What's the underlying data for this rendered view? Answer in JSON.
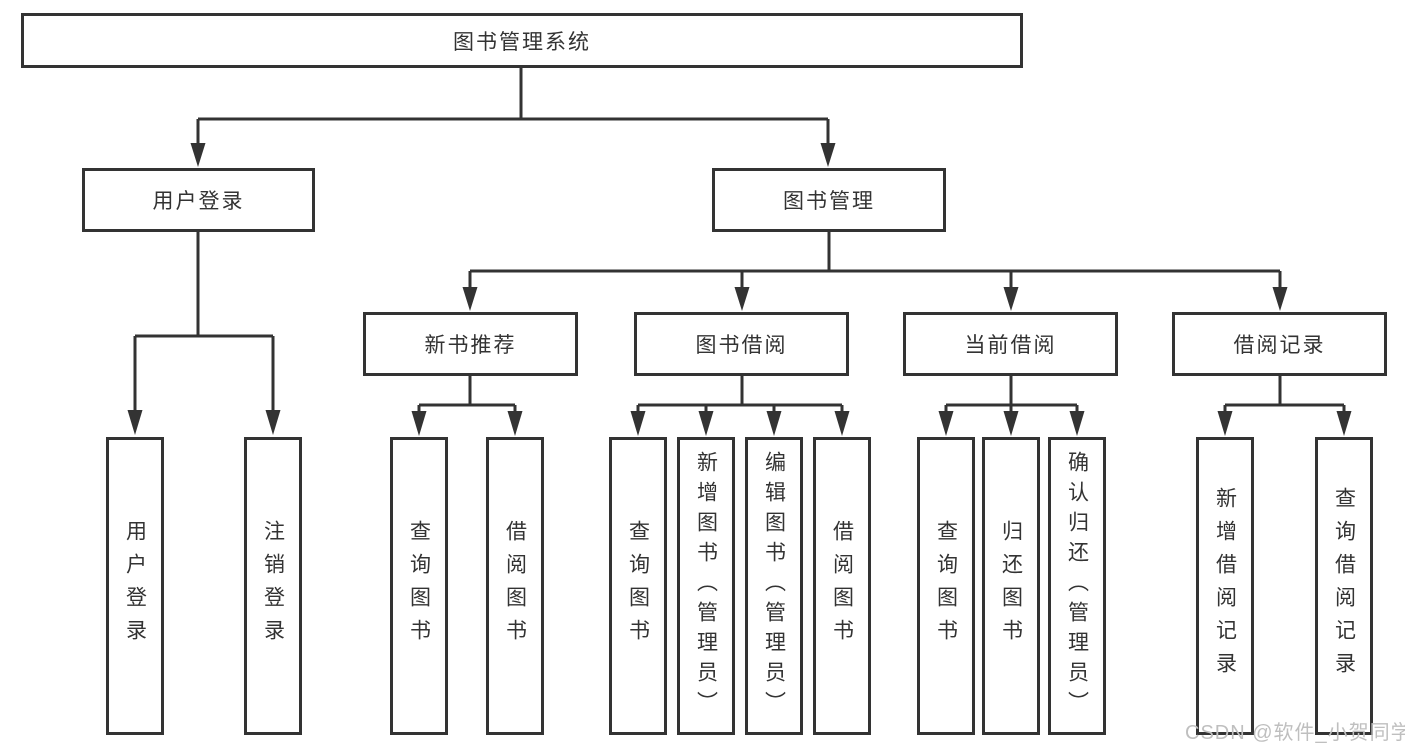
{
  "diagram": {
    "colors": {
      "line": "#333333",
      "text": "#333333",
      "box_fill": "#ffffff",
      "watermark": "#bfbfbf",
      "background": "#ffffff"
    },
    "root": {
      "label": "图书管理系统"
    },
    "level2": [
      {
        "label": "用户登录"
      },
      {
        "label": "图书管理"
      }
    ],
    "level3": [
      {
        "label": "新书推荐"
      },
      {
        "label": "图书借阅"
      },
      {
        "label": "当前借阅"
      },
      {
        "label": "借阅记录"
      }
    ],
    "leaves": {
      "user_login": [
        {
          "label": "用户登录"
        },
        {
          "label": "注销登录"
        }
      ],
      "new_book_recommend": [
        {
          "label": "查询图书"
        },
        {
          "label": "借阅图书"
        }
      ],
      "book_borrow": [
        {
          "label": "查询图书"
        },
        {
          "label": "新增图书（管理员）"
        },
        {
          "label": "编辑图书（管理员）"
        },
        {
          "label": "借阅图书"
        }
      ],
      "current_borrow": [
        {
          "label": "查询图书"
        },
        {
          "label": "归还图书"
        },
        {
          "label": "确认归还（管理员）"
        }
      ],
      "borrow_record": [
        {
          "label": "新增借阅记录"
        },
        {
          "label": "查询借阅记录"
        }
      ]
    }
  },
  "watermark": {
    "text": "CSDN @软件_小贺同学"
  }
}
